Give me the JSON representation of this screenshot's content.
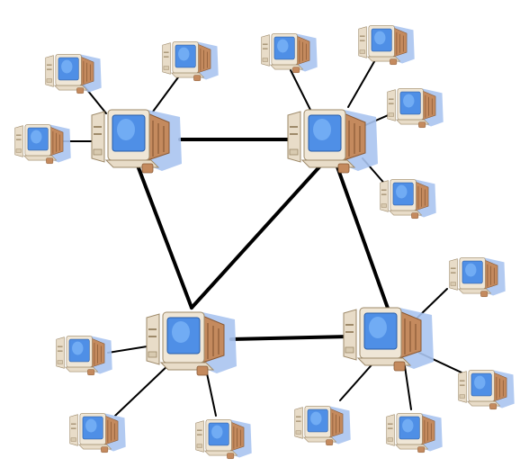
{
  "diagram": {
    "type": "network-topology",
    "background": "#ffffff",
    "colors": {
      "screen": "#4f8fe6",
      "screen_highlight": "#8ec4ff",
      "bezel": "#efe6d6",
      "case": "#e8dcc8",
      "wood": "#c48a5e",
      "wood_dark": "#8a5a36",
      "shadow": "#aac4f0",
      "link": "#000000"
    },
    "hubs": [
      {
        "id": "hub-1",
        "icon": "desktop-computer-icon"
      },
      {
        "id": "hub-2",
        "icon": "desktop-computer-icon"
      },
      {
        "id": "hub-3",
        "icon": "desktop-computer-icon"
      },
      {
        "id": "hub-4",
        "icon": "desktop-computer-icon"
      }
    ],
    "hub_links": [
      [
        "hub-1",
        "hub-2"
      ],
      [
        "hub-1",
        "hub-3"
      ],
      [
        "hub-2",
        "hub-3"
      ],
      [
        "hub-2",
        "hub-4"
      ],
      [
        "hub-3",
        "hub-4"
      ]
    ],
    "clients": [
      {
        "id": "c-1a",
        "hub": "hub-1",
        "icon": "desktop-computer-icon"
      },
      {
        "id": "c-1b",
        "hub": "hub-1",
        "icon": "desktop-computer-icon"
      },
      {
        "id": "c-1c",
        "hub": "hub-1",
        "icon": "desktop-computer-icon"
      },
      {
        "id": "c-2a",
        "hub": "hub-2",
        "icon": "desktop-computer-icon"
      },
      {
        "id": "c-2b",
        "hub": "hub-2",
        "icon": "desktop-computer-icon"
      },
      {
        "id": "c-2c",
        "hub": "hub-2",
        "icon": "desktop-computer-icon"
      },
      {
        "id": "c-2d",
        "hub": "hub-2",
        "icon": "desktop-computer-icon"
      },
      {
        "id": "c-3a",
        "hub": "hub-3",
        "icon": "desktop-computer-icon"
      },
      {
        "id": "c-3b",
        "hub": "hub-3",
        "icon": "desktop-computer-icon"
      },
      {
        "id": "c-3c",
        "hub": "hub-3",
        "icon": "desktop-computer-icon"
      },
      {
        "id": "c-4a",
        "hub": "hub-4",
        "icon": "desktop-computer-icon"
      },
      {
        "id": "c-4b",
        "hub": "hub-4",
        "icon": "desktop-computer-icon"
      },
      {
        "id": "c-4c",
        "hub": "hub-4",
        "icon": "desktop-computer-icon"
      },
      {
        "id": "c-4d",
        "hub": "hub-4",
        "icon": "desktop-computer-icon"
      }
    ]
  }
}
